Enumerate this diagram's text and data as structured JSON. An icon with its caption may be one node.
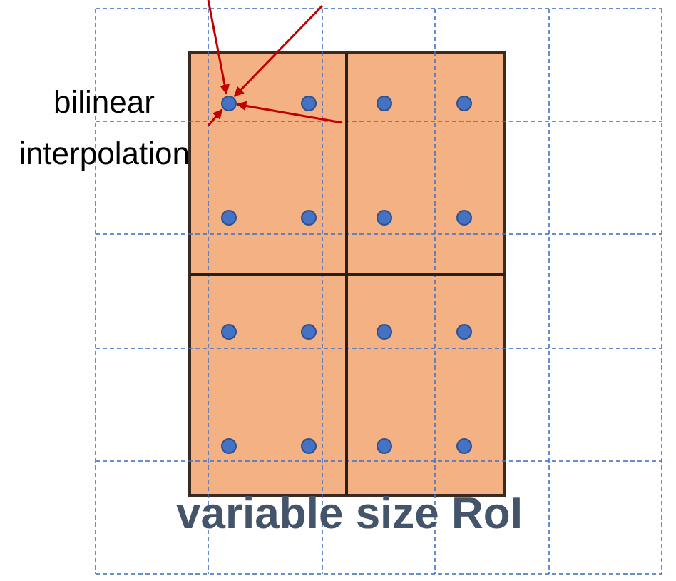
{
  "diagram": {
    "nodes": [
      {
        "text": [],
        "shape": "box",
        "beside": [
          "variable size RoI"
        ]
      },
      {
        "text": [],
        "shape": "circle",
        "in": 0
      },
      {
        "text": [],
        "shape": "circle",
        "in": 0
      },
      {
        "text": [],
        "shape": "circle",
        "in": 0
      },
      {
        "text": [],
        "shape": "circle",
        "in": 0
      },
      {
        "text": [],
        "shape": "circle",
        "in": 0
      },
      {
        "text": [],
        "shape": "circle",
        "in": 0
      },
      {
        "text": [],
        "shape": "circle",
        "in": 0
      },
      {
        "text": [],
        "shape": "circle",
        "in": 0
      },
      {
        "text": [],
        "shape": "circle",
        "in": 0
      },
      {
        "text": [],
        "shape": "circle",
        "in": 0
      },
      {
        "text": [],
        "shape": "circle",
        "in": 0
      },
      {
        "text": [],
        "shape": "circle",
        "in": 0
      },
      {
        "text": [],
        "shape": "circle",
        "in": 0
      },
      {
        "text": [],
        "shape": "circle",
        "in": 0
      },
      {
        "text": [],
        "shape": "circle",
        "in": 0
      },
      {
        "text": [],
        "shape": "circle",
        "in": 0
      }
    ],
    "edges": [
      {
        "from": null,
        "to": 1,
        "arrow": "to",
        "color": "#c00000"
      },
      {
        "from": null,
        "to": 1,
        "arrow": "to",
        "color": "#c00000"
      },
      {
        "from": null,
        "to": 1,
        "arrow": "to",
        "color": "#c00000"
      },
      {
        "from": null,
        "to": 1,
        "arrow": "to",
        "color": "#c00000"
      }
    ],
    "labels": [
      "bilinear interpolation"
    ]
  }
}
